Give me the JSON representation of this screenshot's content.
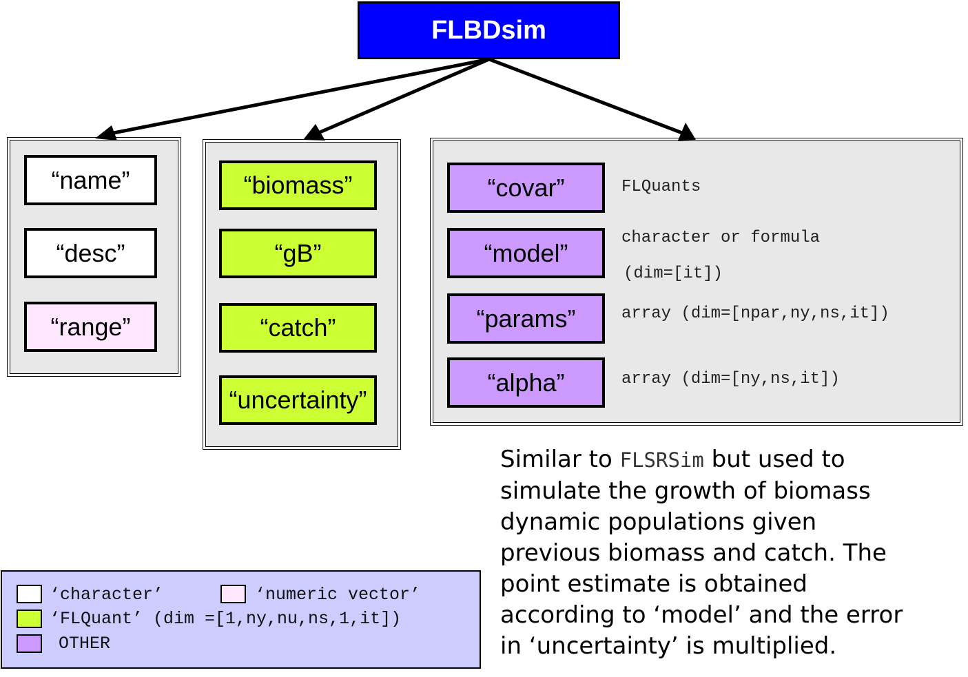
{
  "root": {
    "title": "FLBDsim"
  },
  "groups": {
    "basic": {
      "slots": [
        {
          "label": "“name”",
          "type": "character"
        },
        {
          "label": "“desc”",
          "type": "character"
        },
        {
          "label": "“range”",
          "type": "numeric vector"
        }
      ]
    },
    "flquant": {
      "slots": [
        {
          "label": "“biomass”",
          "type": "FLQuant"
        },
        {
          "label": "“gB”",
          "type": "FLQuant"
        },
        {
          "label": "“catch”",
          "type": "FLQuant"
        },
        {
          "label": "“uncertainty”",
          "type": "FLQuant"
        }
      ]
    },
    "other": {
      "slots": [
        {
          "label": "“covar”",
          "type_text": "FLQuants"
        },
        {
          "label": "“model”",
          "type_text": "character or formula",
          "type_text_2": "(dim=[it])"
        },
        {
          "label": "“params”",
          "type_text": "array (dim=[npar,ny,ns,it])"
        },
        {
          "label": "“alpha”",
          "type_text": "array (dim=[ny,ns,it])"
        }
      ]
    }
  },
  "description": {
    "line1_prefix": "Similar to ",
    "line1_code": "FLSRSim",
    "line1_suffix": " but used to",
    "line2": "simulate the growth of biomass",
    "line3": "dynamic populations given",
    "line4": "previous biomass and catch. The",
    "line5": "point estimate is obtained",
    "line6": "according to ‘model’ and the error",
    "line7": "in ‘uncertainty’ is multiplied."
  },
  "legend": {
    "character": "‘character’",
    "numeric": "‘numeric vector’",
    "flquant": "‘FLQuant’ (dim =[1,ny,nu,ns,1,it])",
    "other": "OTHER"
  },
  "colors": {
    "root": "#0000ff",
    "character": "#ffffff",
    "numeric_vector": "#ffe8ff",
    "flquant": "#ccff33",
    "other": "#cc99ff",
    "group_background": "#e8e8e8",
    "legend_background": "#ccccff"
  }
}
